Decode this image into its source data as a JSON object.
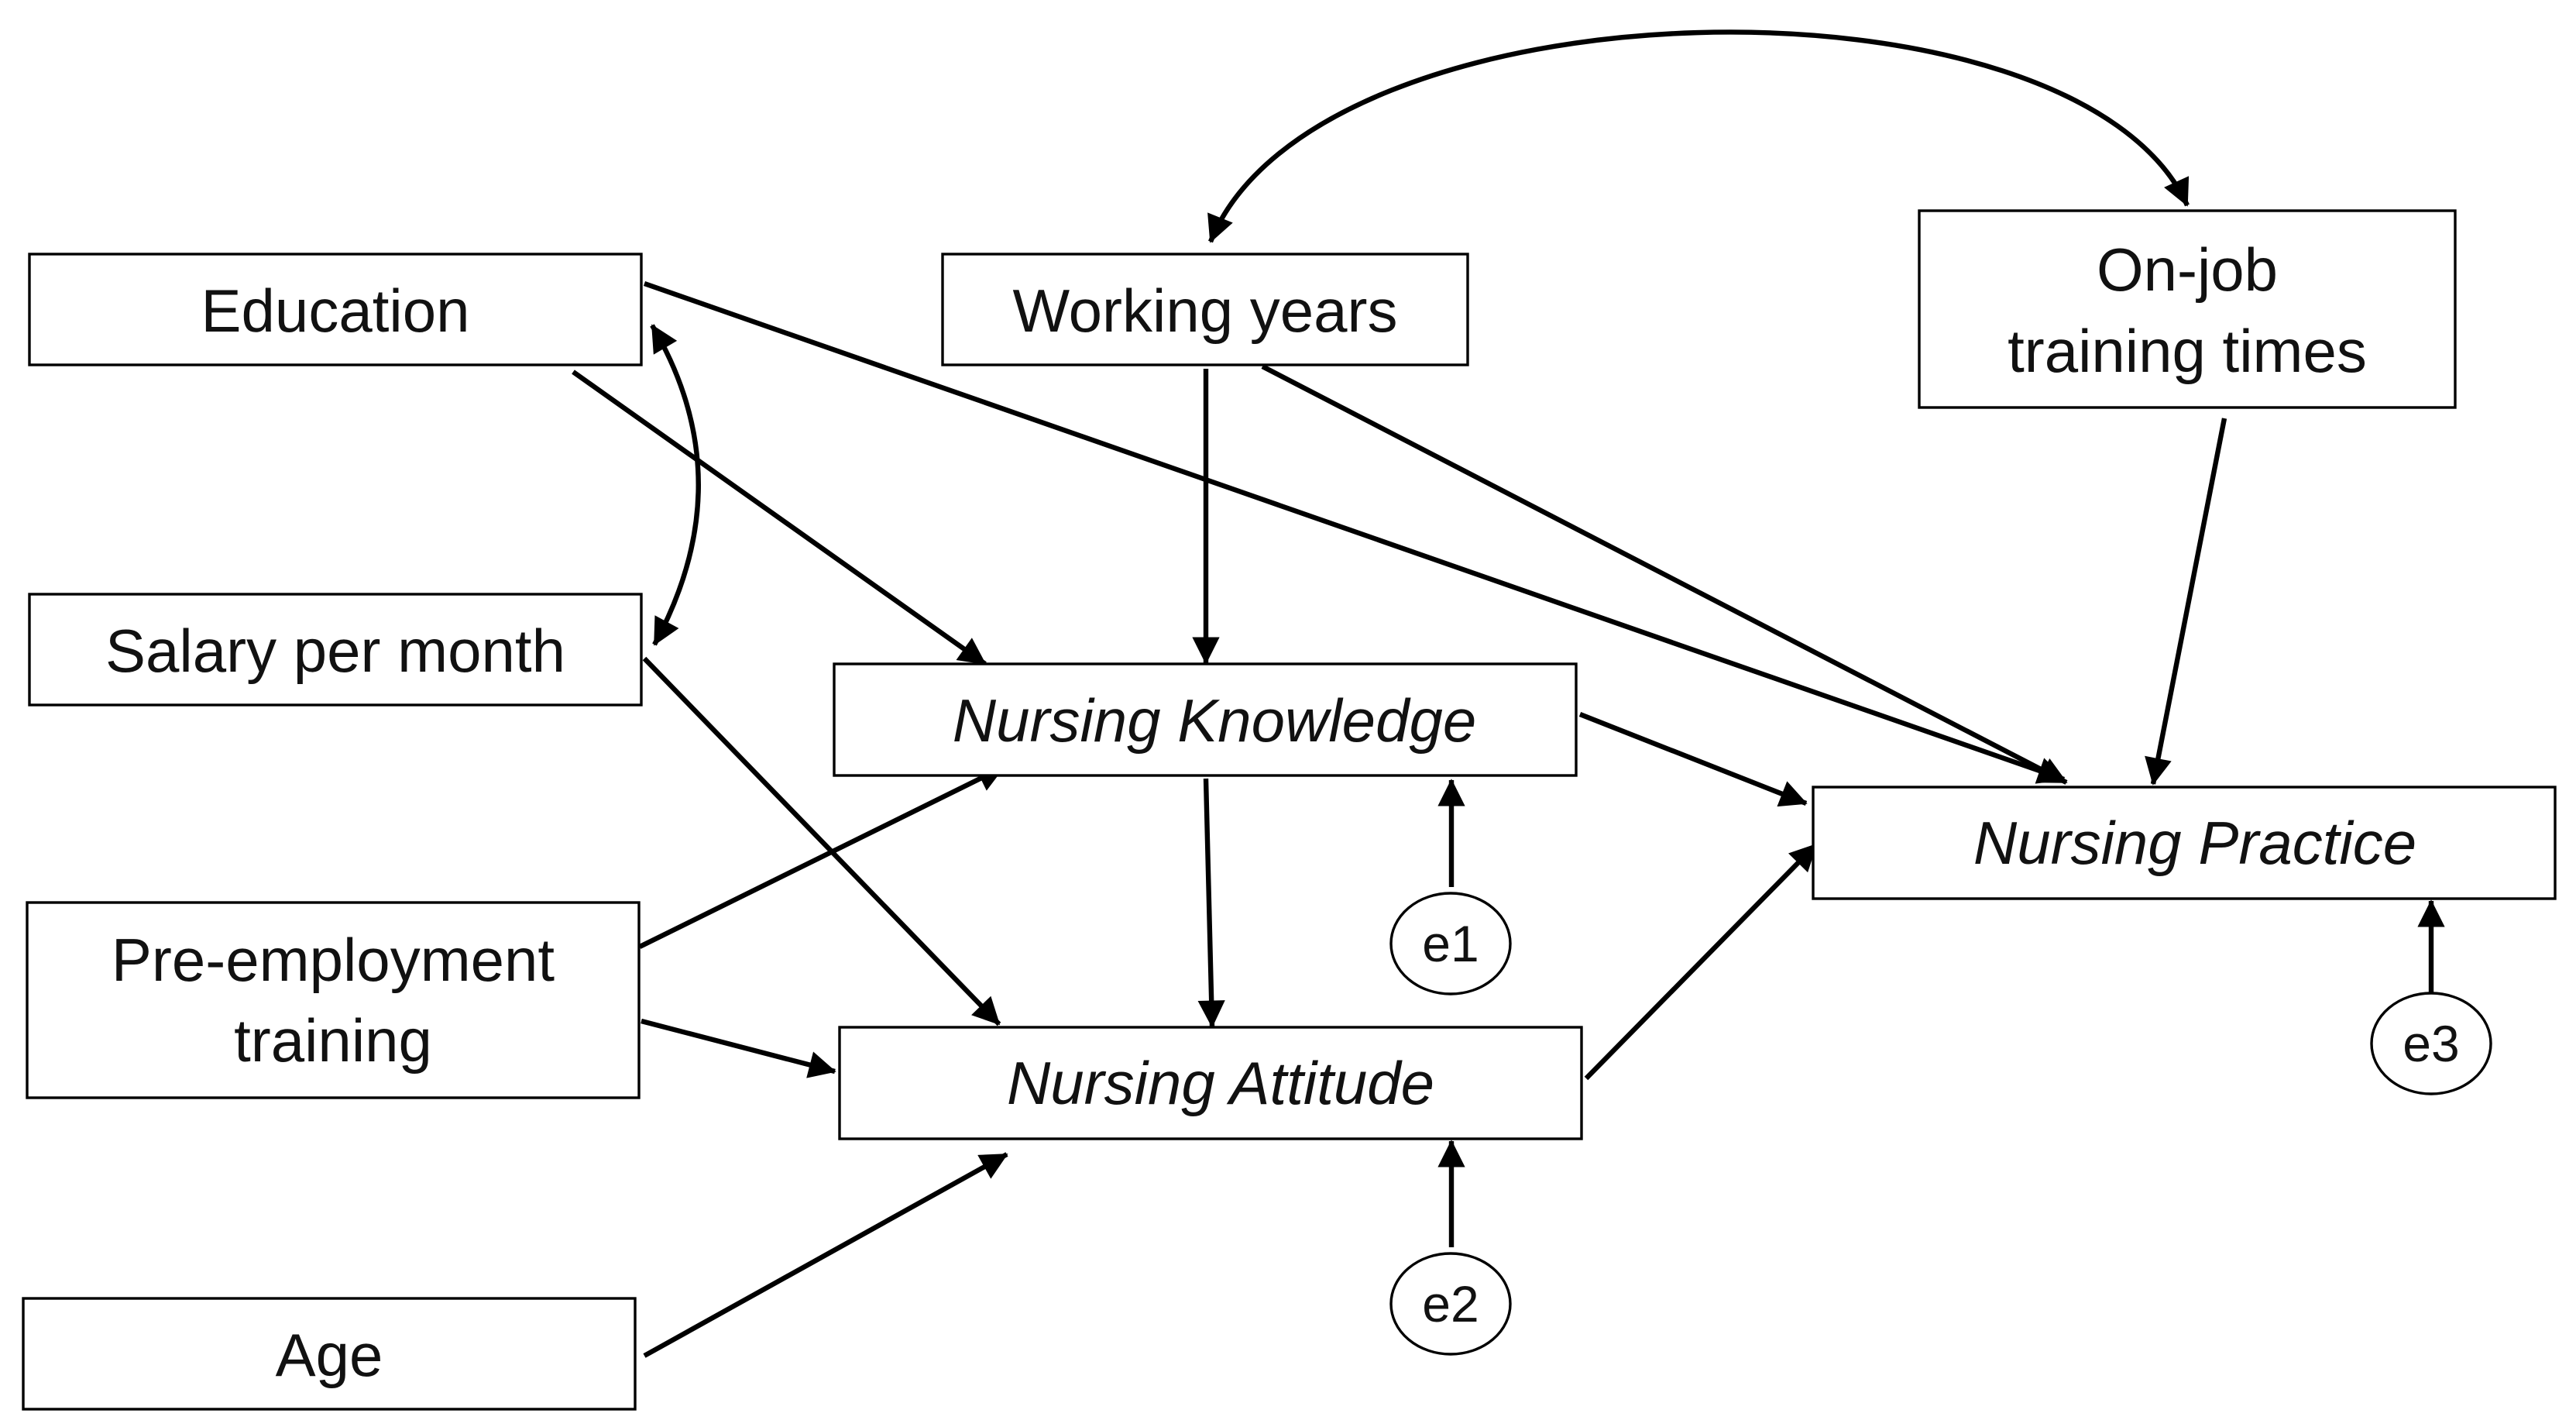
{
  "diagram": {
    "type": "path-model",
    "nodes": {
      "education": "Education",
      "salary": "Salary per month",
      "pre_employment_line1": "Pre-employment",
      "pre_employment_line2": "training",
      "age": "Age",
      "working_years": "Working years",
      "on_job_line1": "On-job",
      "on_job_line2": "training times",
      "knowledge": "Nursing Knowledge",
      "attitude": "Nursing Attitude",
      "practice": "Nursing Practice"
    },
    "errors": {
      "e1": "e1",
      "e2": "e2",
      "e3": "e3"
    },
    "paths": [
      {
        "from": "Education",
        "to": "Nursing Knowledge"
      },
      {
        "from": "Education",
        "to": "Nursing Practice"
      },
      {
        "from": "Salary per month",
        "to": "Nursing Attitude"
      },
      {
        "from": "Pre-employment training",
        "to": "Nursing Knowledge"
      },
      {
        "from": "Pre-employment training",
        "to": "Nursing Attitude"
      },
      {
        "from": "Age",
        "to": "Nursing Attitude"
      },
      {
        "from": "Working years",
        "to": "Nursing Knowledge"
      },
      {
        "from": "Working years",
        "to": "Nursing Practice"
      },
      {
        "from": "On-job training times",
        "to": "Nursing Practice"
      },
      {
        "from": "Nursing Knowledge",
        "to": "Nursing Attitude"
      },
      {
        "from": "Nursing Knowledge",
        "to": "Nursing Practice"
      },
      {
        "from": "Nursing Attitude",
        "to": "Nursing Practice"
      },
      {
        "from": "e1",
        "to": "Nursing Knowledge"
      },
      {
        "from": "e2",
        "to": "Nursing Attitude"
      },
      {
        "from": "e3",
        "to": "Nursing Practice"
      }
    ],
    "correlations": [
      {
        "between": [
          "Education",
          "Salary per month"
        ]
      },
      {
        "between": [
          "Working years",
          "On-job training times"
        ]
      }
    ]
  }
}
